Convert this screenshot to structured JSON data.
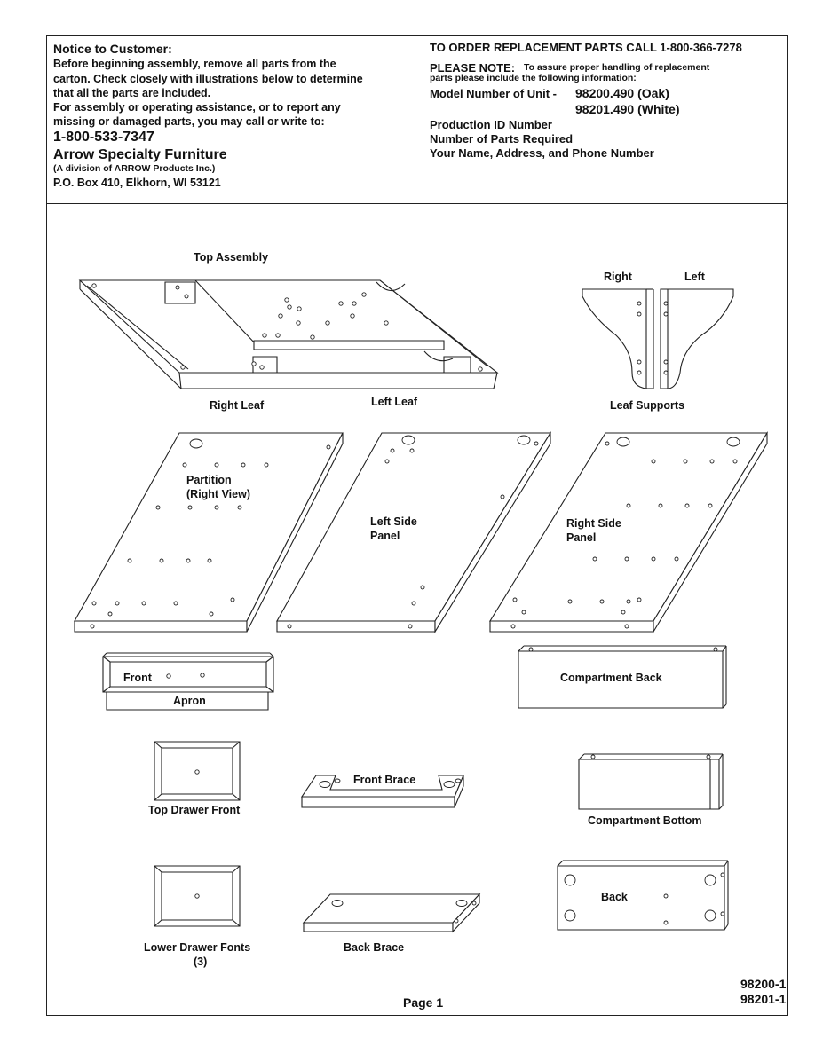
{
  "notice": {
    "title": "Notice to Customer:",
    "line1": "Before beginning assembly, remove all parts from the",
    "line2": "carton. Check closely with illustrations below to determine",
    "line3": "that all the parts are included.",
    "line4": "For assembly or operating assistance, or to report any",
    "line5": "missing or damaged parts, you may call or write to:",
    "phone": "1-800-533-7347",
    "company": "Arrow Specialty Furniture",
    "division": "(A division of ARROW Products Inc.)",
    "address": "P.O. Box 410, Elkhorn, WI  53121"
  },
  "order": {
    "title": "TO ORDER REPLACEMENT PARTS CALL 1-800-366-7278",
    "note_label": "PLEASE NOTE:",
    "note_text1": "To assure proper handling of replacement",
    "note_text2": "parts please include the following information:",
    "model_label": "Model Number of Unit -",
    "model1": "98200.490 (Oak)",
    "model2": "98201.490 (White)",
    "item1": "Production ID Number",
    "item2": "Number of Parts Required",
    "item3": "Your Name, Address, and Phone Number"
  },
  "parts": {
    "top_assembly": "Top Assembly",
    "right_leaf": "Right Leaf",
    "left_leaf": "Left Leaf",
    "support_right": "Right",
    "support_left": "Left",
    "leaf_supports": "Leaf Supports",
    "partition_1": "Partition",
    "partition_2": "(Right View)",
    "left_side_1": "Left Side",
    "left_side_2": "Panel",
    "right_side_1": "Right Side",
    "right_side_2": "Panel",
    "front": "Front",
    "apron": "Apron",
    "compartment_back": "Compartment Back",
    "top_drawer_front": "Top Drawer Front",
    "front_brace": "Front Brace",
    "compartment_bottom": "Compartment Bottom",
    "lower_drawer_fonts": "Lower Drawer Fonts",
    "lower_drawer_qty": "(3)",
    "back_brace": "Back Brace",
    "back": "Back"
  },
  "footer": {
    "page": "Page 1",
    "code1": "98200-1",
    "code2": "98201-1"
  }
}
